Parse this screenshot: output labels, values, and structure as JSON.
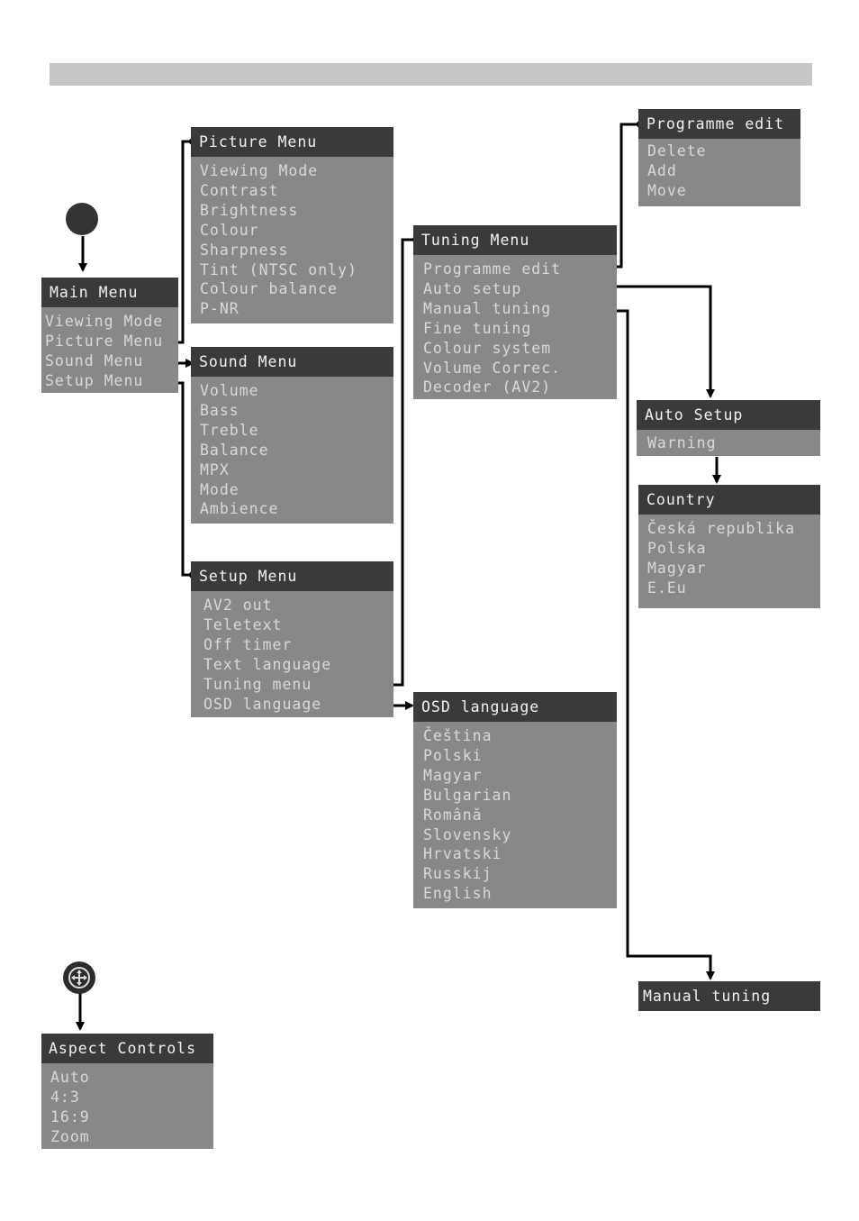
{
  "menus": {
    "main": {
      "title": "Main Menu",
      "items": [
        "Viewing Mode",
        "Picture Menu",
        "Sound Menu",
        "Setup Menu"
      ]
    },
    "picture": {
      "title": "Picture Menu",
      "items": [
        "Viewing Mode",
        "Contrast",
        "Brightness",
        "Colour",
        "Sharpness",
        "Tint (NTSC only)",
        "Colour balance",
        "P-NR"
      ]
    },
    "sound": {
      "title": "Sound Menu",
      "items": [
        "Volume",
        "Bass",
        "Treble",
        "Balance",
        "MPX",
        "Mode",
        "Ambience"
      ]
    },
    "setup": {
      "title": "Setup Menu",
      "items": [
        "AV2 out",
        "Teletext",
        "Off timer",
        "Text language",
        "Tuning menu",
        "OSD language"
      ]
    },
    "tuning": {
      "title": "Tuning Menu",
      "items": [
        "Programme edit",
        "Auto setup",
        "Manual tuning",
        "Fine tuning",
        "Colour system",
        "Volume Correc.",
        "Decoder (AV2)"
      ]
    },
    "programme_edit": {
      "title": "Programme edit",
      "items": [
        "Delete",
        "Add",
        "Move"
      ]
    },
    "auto_setup": {
      "title": "Auto Setup",
      "items": [
        "Warning"
      ]
    },
    "country": {
      "title": "Country",
      "items": [
        "Česká republika",
        "Polska",
        "Magyar",
        "E.Eu"
      ]
    },
    "osd_language": {
      "title": "OSD language",
      "items": [
        "Čeština",
        "Polski",
        "Magyar",
        "Bulgarian",
        "Română",
        "Slovensky",
        "Hrvatski",
        "Russkij",
        "English"
      ]
    },
    "manual_tuning": {
      "title": "Manual tuning",
      "items": []
    },
    "aspect": {
      "title": "Aspect Controls",
      "items": [
        "Auto",
        "4:3",
        "16:9",
        "Zoom"
      ]
    }
  },
  "icons": {
    "menu_button": "filled-circle-icon",
    "aspect_button": "four-way-arrows-icon"
  },
  "colors": {
    "header": "#3a3a3a",
    "body": "#888888",
    "item_text": "#d9d9d9",
    "header_text": "#f2f2f2",
    "top_bar": "#c6c6c6"
  }
}
